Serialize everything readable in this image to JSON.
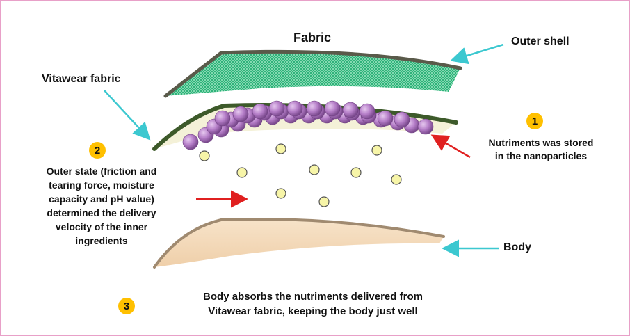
{
  "labels": {
    "fabric": "Fabric",
    "outer_shell": "Outer shell",
    "vitawear_fabric": "Vitawear fabric",
    "body": "Body"
  },
  "steps": [
    {
      "number": "1",
      "text": "Nutriments was stored\nin the nanoparticles"
    },
    {
      "number": "2",
      "text": "Outer state (friction and\ntearing force, moisture\ncapacity and pH value)\ndetermined the delivery\nvelocity of the inner\ningredients"
    },
    {
      "number": "3",
      "text": "Body absorbs the nutriments delivered from\nVitawear fabric, keeping the body just well"
    }
  ],
  "colors": {
    "border": "#e8a0c8",
    "fabric_fill": "#2ecc8a",
    "fabric_edge": "#5a5a4a",
    "vitawear_edge": "#3d5a2a",
    "vitawear_fill": "#f4f1d8",
    "nanoparticle": "#b07cc0",
    "nutriment": "#f7f5a8",
    "body_fill": "#f5dcc0",
    "body_edge": "#a08a70",
    "cyan_arrow": "#3cc8d0",
    "red_arrow": "#e02020",
    "badge": "#ffc000"
  }
}
